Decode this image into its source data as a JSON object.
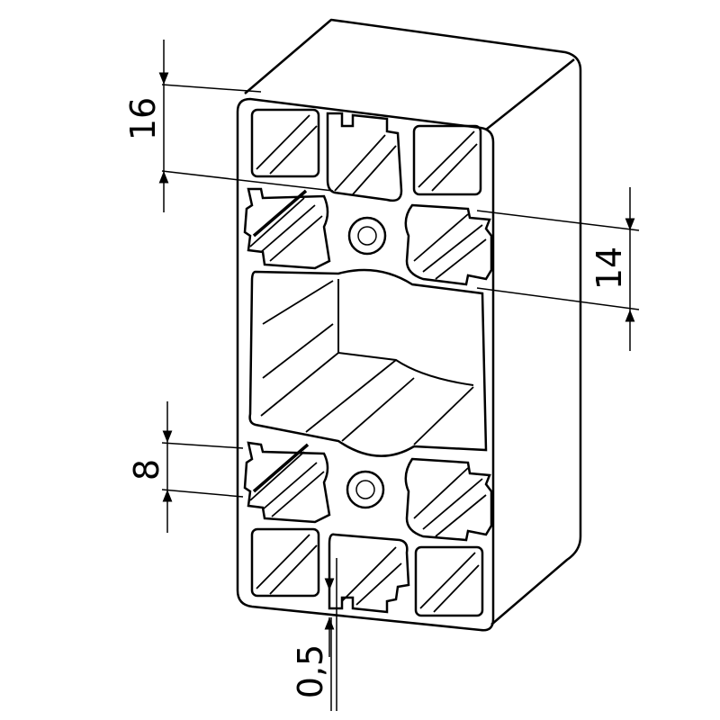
{
  "dimensions": {
    "top_slot_height": "16",
    "right_slot_height": "14",
    "left_slot_width": "8",
    "wall_thickness": "0,5"
  },
  "colors": {
    "line": "#000000",
    "background": "#ffffff"
  }
}
